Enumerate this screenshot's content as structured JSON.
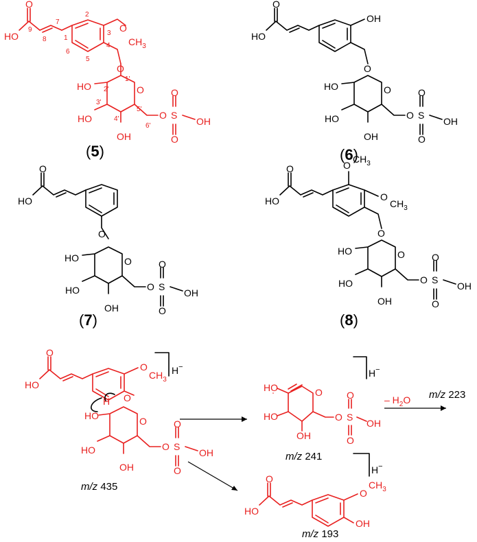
{
  "atoms": {
    "ho": "HO",
    "oh": "OH",
    "o": "O",
    "s": "S",
    "och3_o": "O",
    "ch3": "CH",
    "ch3_sub": "3"
  },
  "numbering": [
    "7",
    "9",
    "8",
    "1",
    "2",
    "3",
    "4",
    "5",
    "6",
    "1'",
    "2'",
    "3'",
    "4'",
    "5'",
    "6'"
  ],
  "compounds": [
    {
      "open": "(",
      "id": "5",
      "close": ")"
    },
    {
      "open": "(",
      "id": "6",
      "close": ")"
    },
    {
      "open": "(",
      "id": "7",
      "close": ")"
    },
    {
      "open": "(",
      "id": "8",
      "close": ")"
    }
  ],
  "fragmentation": {
    "h_minus": "H",
    "minus_sup": "−",
    "loss_prefix": "– H",
    "loss_sub": "2",
    "loss_suffix": "O",
    "h_label": "H",
    "mz_prefix": "m/z",
    "ions": [
      "435",
      "241",
      "223",
      "193"
    ]
  },
  "colors": {
    "highlight": "#e8201f",
    "default": "#000000"
  }
}
